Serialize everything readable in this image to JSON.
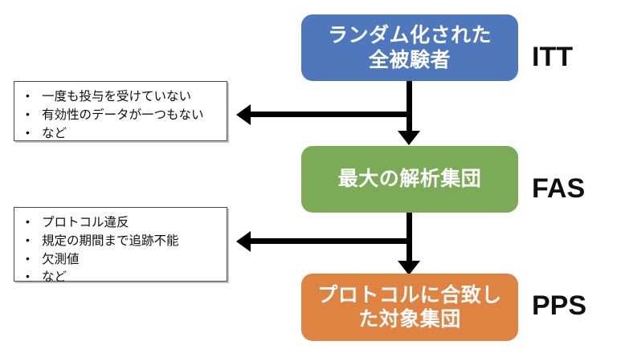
{
  "diagram": {
    "title_boxes": [
      {
        "key": "itt",
        "text": "ランダム化された\n全被験者",
        "acronym": "ITT",
        "color": "#4f77bc"
      },
      {
        "key": "fas",
        "text": "最大の解析集団",
        "acronym": "FAS",
        "color": "#7bab56"
      },
      {
        "key": "pps",
        "text": "プロトコルに合致し\nた対象集団",
        "acronym": "PPS",
        "color": "#de8342"
      }
    ],
    "exclusion_boxes": [
      {
        "key": "itt-to-fas",
        "items": [
          "一度も投与を受けていない",
          "有効性のデータが一つもない",
          "など"
        ]
      },
      {
        "key": "fas-to-pps",
        "items": [
          "プロトコル違反",
          "規定の期間まで追跡不能",
          "欠測値",
          "など"
        ]
      }
    ],
    "arrows": {
      "down_arrow_icon": "arrow-down-icon",
      "left_arrow_icon": "arrow-left-icon"
    }
  }
}
